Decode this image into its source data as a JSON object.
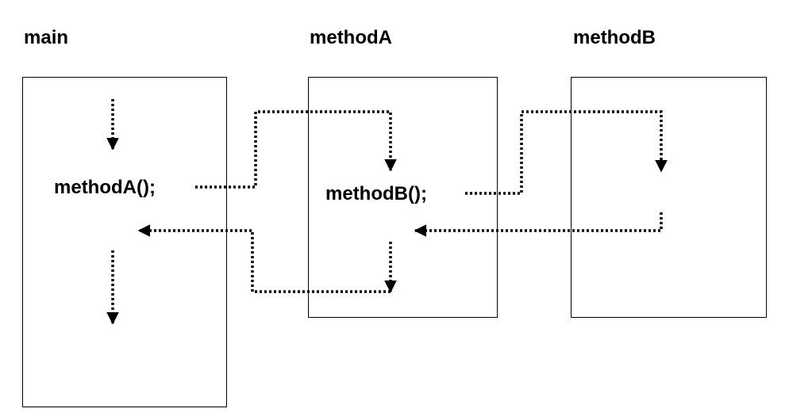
{
  "titles": {
    "main": "main",
    "methodA": "methodA",
    "methodB": "methodB"
  },
  "calls": {
    "methodA_call": "methodA();",
    "methodB_call": "methodB();"
  },
  "colors": {
    "line": "#000000",
    "background": "#ffffff"
  }
}
